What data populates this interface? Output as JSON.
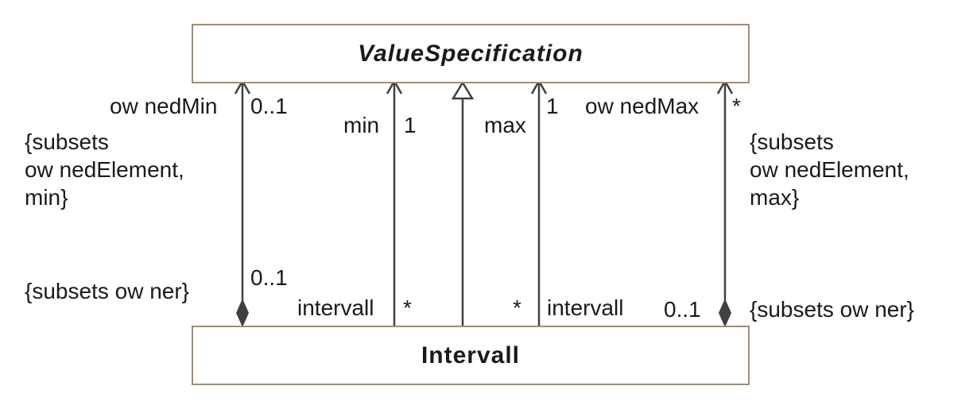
{
  "classes": {
    "value_specification": "ValueSpecification",
    "intervall": "Intervall"
  },
  "labels": {
    "owned_min_role": "ow nedMin",
    "owned_min_mult_top": "0..1",
    "owned_min_constraint": [
      "{subsets",
      "ow nedElement,",
      "min}"
    ],
    "owned_min_owner": "{subsets ow ner}",
    "owned_min_mult_bottom": "0..1",
    "min_role": "min",
    "min_mult_top": "1",
    "min_opposite_role": "intervall",
    "min_mult_bottom": "*",
    "max_role": "max",
    "max_mult_top": "1",
    "max_opposite_role": "intervall",
    "max_mult_bottom": "*",
    "owned_max_role": "ow nedMax",
    "owned_max_mult_top": "*",
    "owned_max_constraint": [
      "{subsets",
      "ow nedElement,",
      "max}"
    ],
    "owned_max_owner": "{subsets ow ner}",
    "owned_max_mult_bottom": "0..1"
  },
  "colors": {
    "box_border": "#a08c78",
    "line": "#404040"
  }
}
